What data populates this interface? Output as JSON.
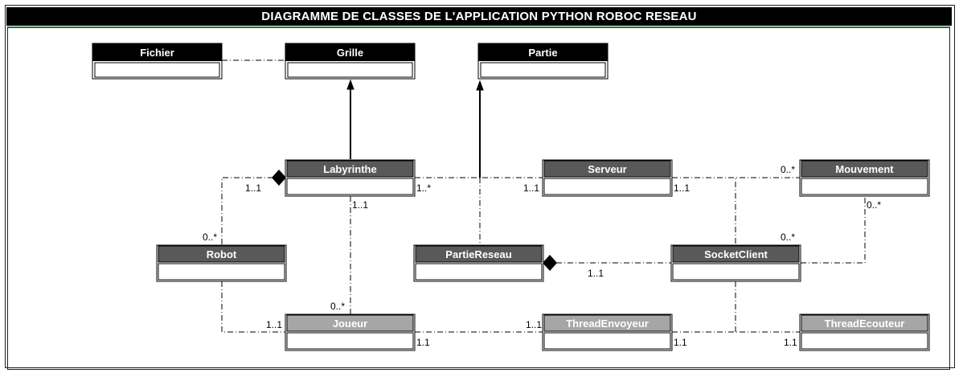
{
  "title": "DIAGRAMME DE CLASSES DE L'APPLICATION PYTHON ROBOC RESEAU",
  "colors": {
    "header_black": "#000000",
    "header_dark_gray": "#595959",
    "header_light_gray": "#a6a6a6",
    "frame_green": "#2e6b3a"
  },
  "classes": {
    "fichier": "Fichier",
    "grille": "Grille",
    "partie": "Partie",
    "labyrinthe": "Labyrinthe",
    "serveur": "Serveur",
    "mouvement": "Mouvement",
    "robot": "Robot",
    "partie_reseau": "PartieReseau",
    "socket_client": "SocketClient",
    "joueur": "Joueur",
    "thread_envoyeur": "ThreadEnvoyeur",
    "thread_ecouteur": "ThreadEcouteur"
  },
  "multiplicities": {
    "laby_robot_laby": "1..1",
    "laby_robot_robot": "0..*",
    "laby_serveur_laby": "1..*",
    "laby_serveur_serveur": "1..1",
    "laby_joueur_laby": "1..1",
    "laby_joueur_joueur": "0..*",
    "serveur_socket": "1..1",
    "mouvement_left": "0..*",
    "mouvement_bottom": "0..*",
    "socket_top": "0..*",
    "partiereseau_socket": "1..1",
    "robot_joueur": "1..1",
    "joueur_right": "1.1",
    "envoyeur_left": "1..1",
    "envoyeur_right": "1.1",
    "ecouteur_left": "1.1"
  }
}
